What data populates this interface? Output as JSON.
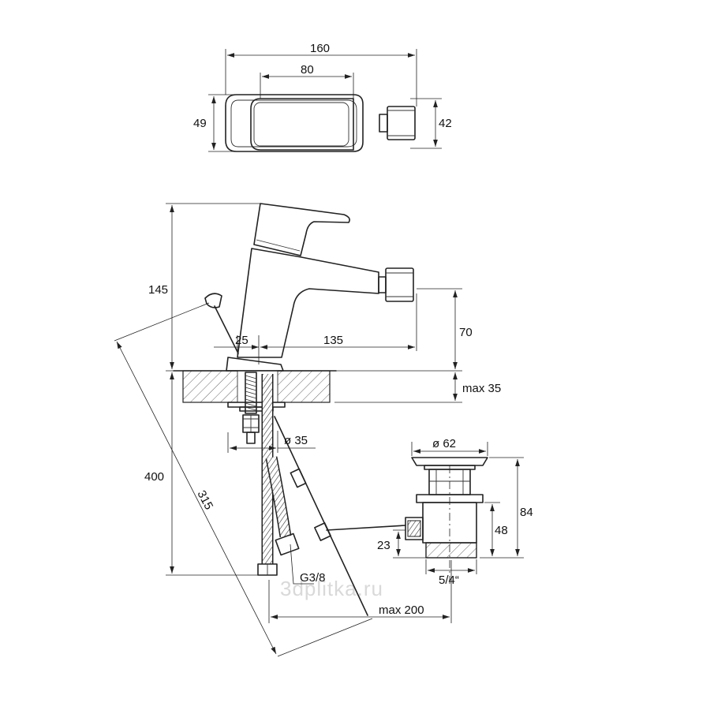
{
  "top_view": {
    "width_total": "160",
    "width_handle": "80",
    "depth_left": "49",
    "depth_right": "42"
  },
  "side_view": {
    "height_total": "145",
    "offset_inlet": "25",
    "spout_reach": "135",
    "spout_height": "70",
    "deck_thickness": "max 35",
    "hole_diameter": "ø 35"
  },
  "hoses": {
    "length": "400",
    "rod_length": "315",
    "thread": "G3/8",
    "rod_reach": "max 200"
  },
  "waste": {
    "diameter": "ø 62",
    "height_total": "84",
    "height_body": "48",
    "outlet_offset": "23",
    "thread": "5/4“"
  },
  "watermark": "3dplitka.ru"
}
